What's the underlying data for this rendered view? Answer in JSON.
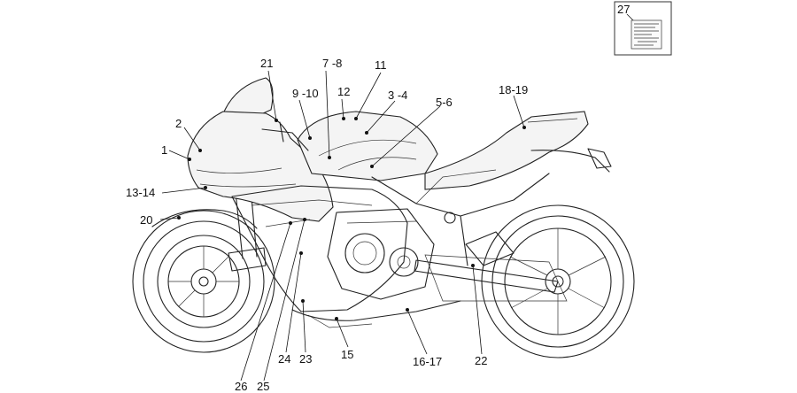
{
  "diagram": {
    "inset_label": "27",
    "callouts": {
      "c1": "1",
      "c2": "2",
      "c3_4": "3 -4",
      "c5_6": "5-6",
      "c7_8": "7 -8",
      "c9_10": "9 -10",
      "c11": "11",
      "c12": "12",
      "c13_14": "13-14",
      "c15": "15",
      "c16_17": "16-17",
      "c18_19": "18-19",
      "c20": "20",
      "c21": "21",
      "c22": "22",
      "c23": "23",
      "c24": "24",
      "c25": "25",
      "c26": "26"
    }
  }
}
